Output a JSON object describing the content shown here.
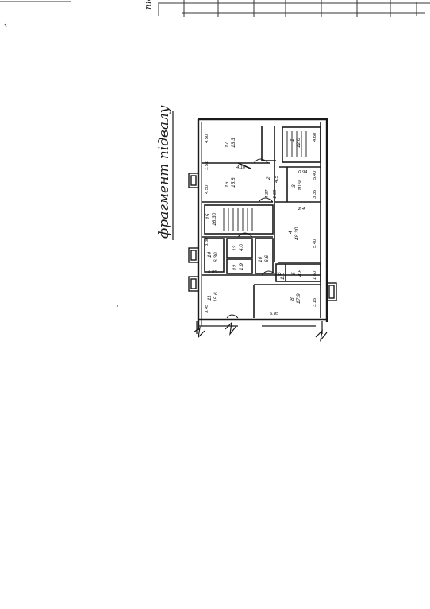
{
  "sheet": {
    "caption": "фрагмент підвалу",
    "corner_note": "підв"
  },
  "rooms": [
    {
      "number": "17",
      "area": "13.3"
    },
    {
      "number": "16",
      "area": "15.8"
    },
    {
      "number": "15",
      "area": "16.30"
    },
    {
      "number": "14",
      "area": "6.30"
    },
    {
      "number": "13",
      "area": "4.0"
    },
    {
      "number": "12",
      "area": "1.9"
    },
    {
      "number": "11",
      "area": "15.6"
    },
    {
      "number": "10",
      "area": "6.6"
    },
    {
      "number": "1",
      "area": "12.0"
    },
    {
      "number": "2",
      "area": "4.5"
    },
    {
      "number": "3",
      "area": "10.9"
    },
    {
      "number": "4",
      "area": "48.30"
    },
    {
      "number": "5",
      "area": "4.8"
    },
    {
      "number": "6",
      "area": "1.5"
    },
    {
      "number": "8",
      "area": "17.9"
    }
  ],
  "dimensions": [
    "4.50",
    "4.50",
    "1.51",
    "4.37",
    "3.30",
    "3.45",
    "3.15",
    "1.60",
    "5.40",
    "5.40",
    "3.35",
    "4.60",
    "0.94",
    "1.50",
    "2.4",
    "4.10",
    "6.85",
    "5.85"
  ],
  "colors": {
    "ink": "#1a1a1a",
    "paper": "#ffffff"
  }
}
